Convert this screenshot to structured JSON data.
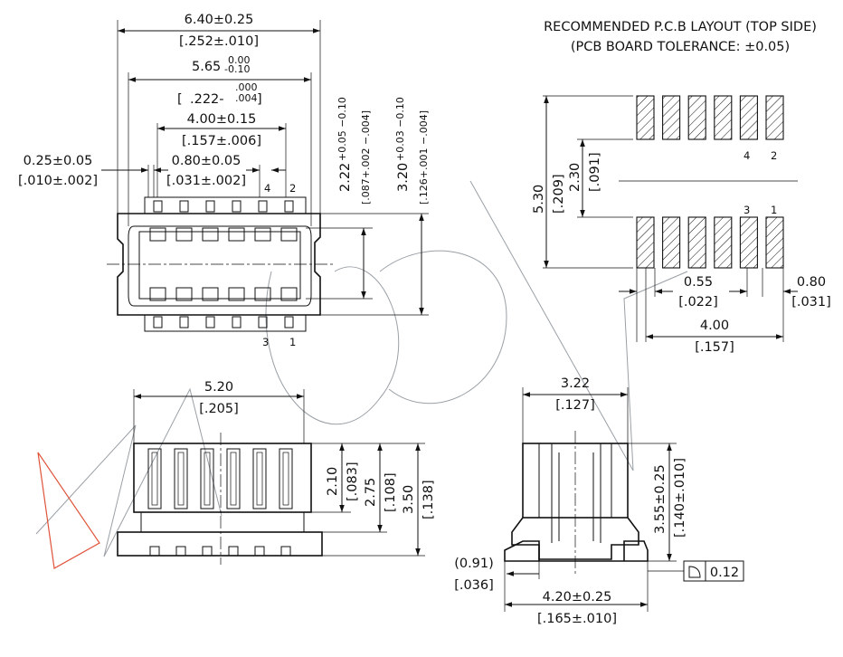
{
  "header": {
    "line1": "RECOMMENDED P.C.B LAYOUT (TOP SIDE)",
    "line2": "(PCB BOARD TOLERANCE: ±0.05)"
  },
  "top_view": {
    "overall_w": "6.40±0.25",
    "overall_w_in": "[.252±.010]",
    "inner_w_base": "5.65",
    "inner_w_up": "0.00",
    "inner_w_low": "-0.10",
    "inner_w_in_base": ".222-",
    "inner_w_in_up": ".000",
    "inner_w_in_low": ".004",
    "span": "4.00±0.15",
    "span_in": "[.157±.006]",
    "pitch": "0.80±0.05",
    "pitch_in": "[.031±.002]",
    "lead_w": "0.25±0.05",
    "lead_w_in": "[.010±.002]",
    "h1_base": "2.22",
    "h1_tol": "+0.05 −0.10",
    "h1_in": "[.087+.002 −.004]",
    "h2_base": "3.20",
    "h2_tol": "+0.03 −0.10",
    "h2_in": "[.126+.001 −.004]",
    "pin_4": "4",
    "pin_2": "2",
    "pin_3": "3",
    "pin_1": "1"
  },
  "pcb_layout": {
    "total_h": "5.30",
    "total_h_in": "[.209]",
    "row_gap": "2.30",
    "row_gap_in": "[.091]",
    "pad_w": "0.55",
    "pad_w_in": "[.022]",
    "pitch": "0.80",
    "pitch_in": "[.031]",
    "span": "4.00",
    "span_in": "[.157]",
    "pin_4": "4",
    "pin_2": "2",
    "pin_3": "3",
    "pin_1": "1"
  },
  "front_view": {
    "width": "5.20",
    "width_in": "[.205]",
    "h1": "2.10",
    "h1_in": "[.083]",
    "h2": "2.75",
    "h2_in": "[.108]",
    "h3": "3.50",
    "h3_in": "[.138]"
  },
  "side_view": {
    "top_w": "3.22",
    "top_w_in": "[.127]",
    "height": "3.55±0.25",
    "height_in": "[.140±.010]",
    "offset": "(0.91)",
    "offset_in": "[.036]",
    "base_w": "4.20±0.25",
    "base_w_in": "[.165±.010]",
    "flatness": "0.12"
  },
  "colors": {
    "ink": "#111111",
    "watermark": "#9aa0a6",
    "watermark_accent": "#e0533a"
  }
}
